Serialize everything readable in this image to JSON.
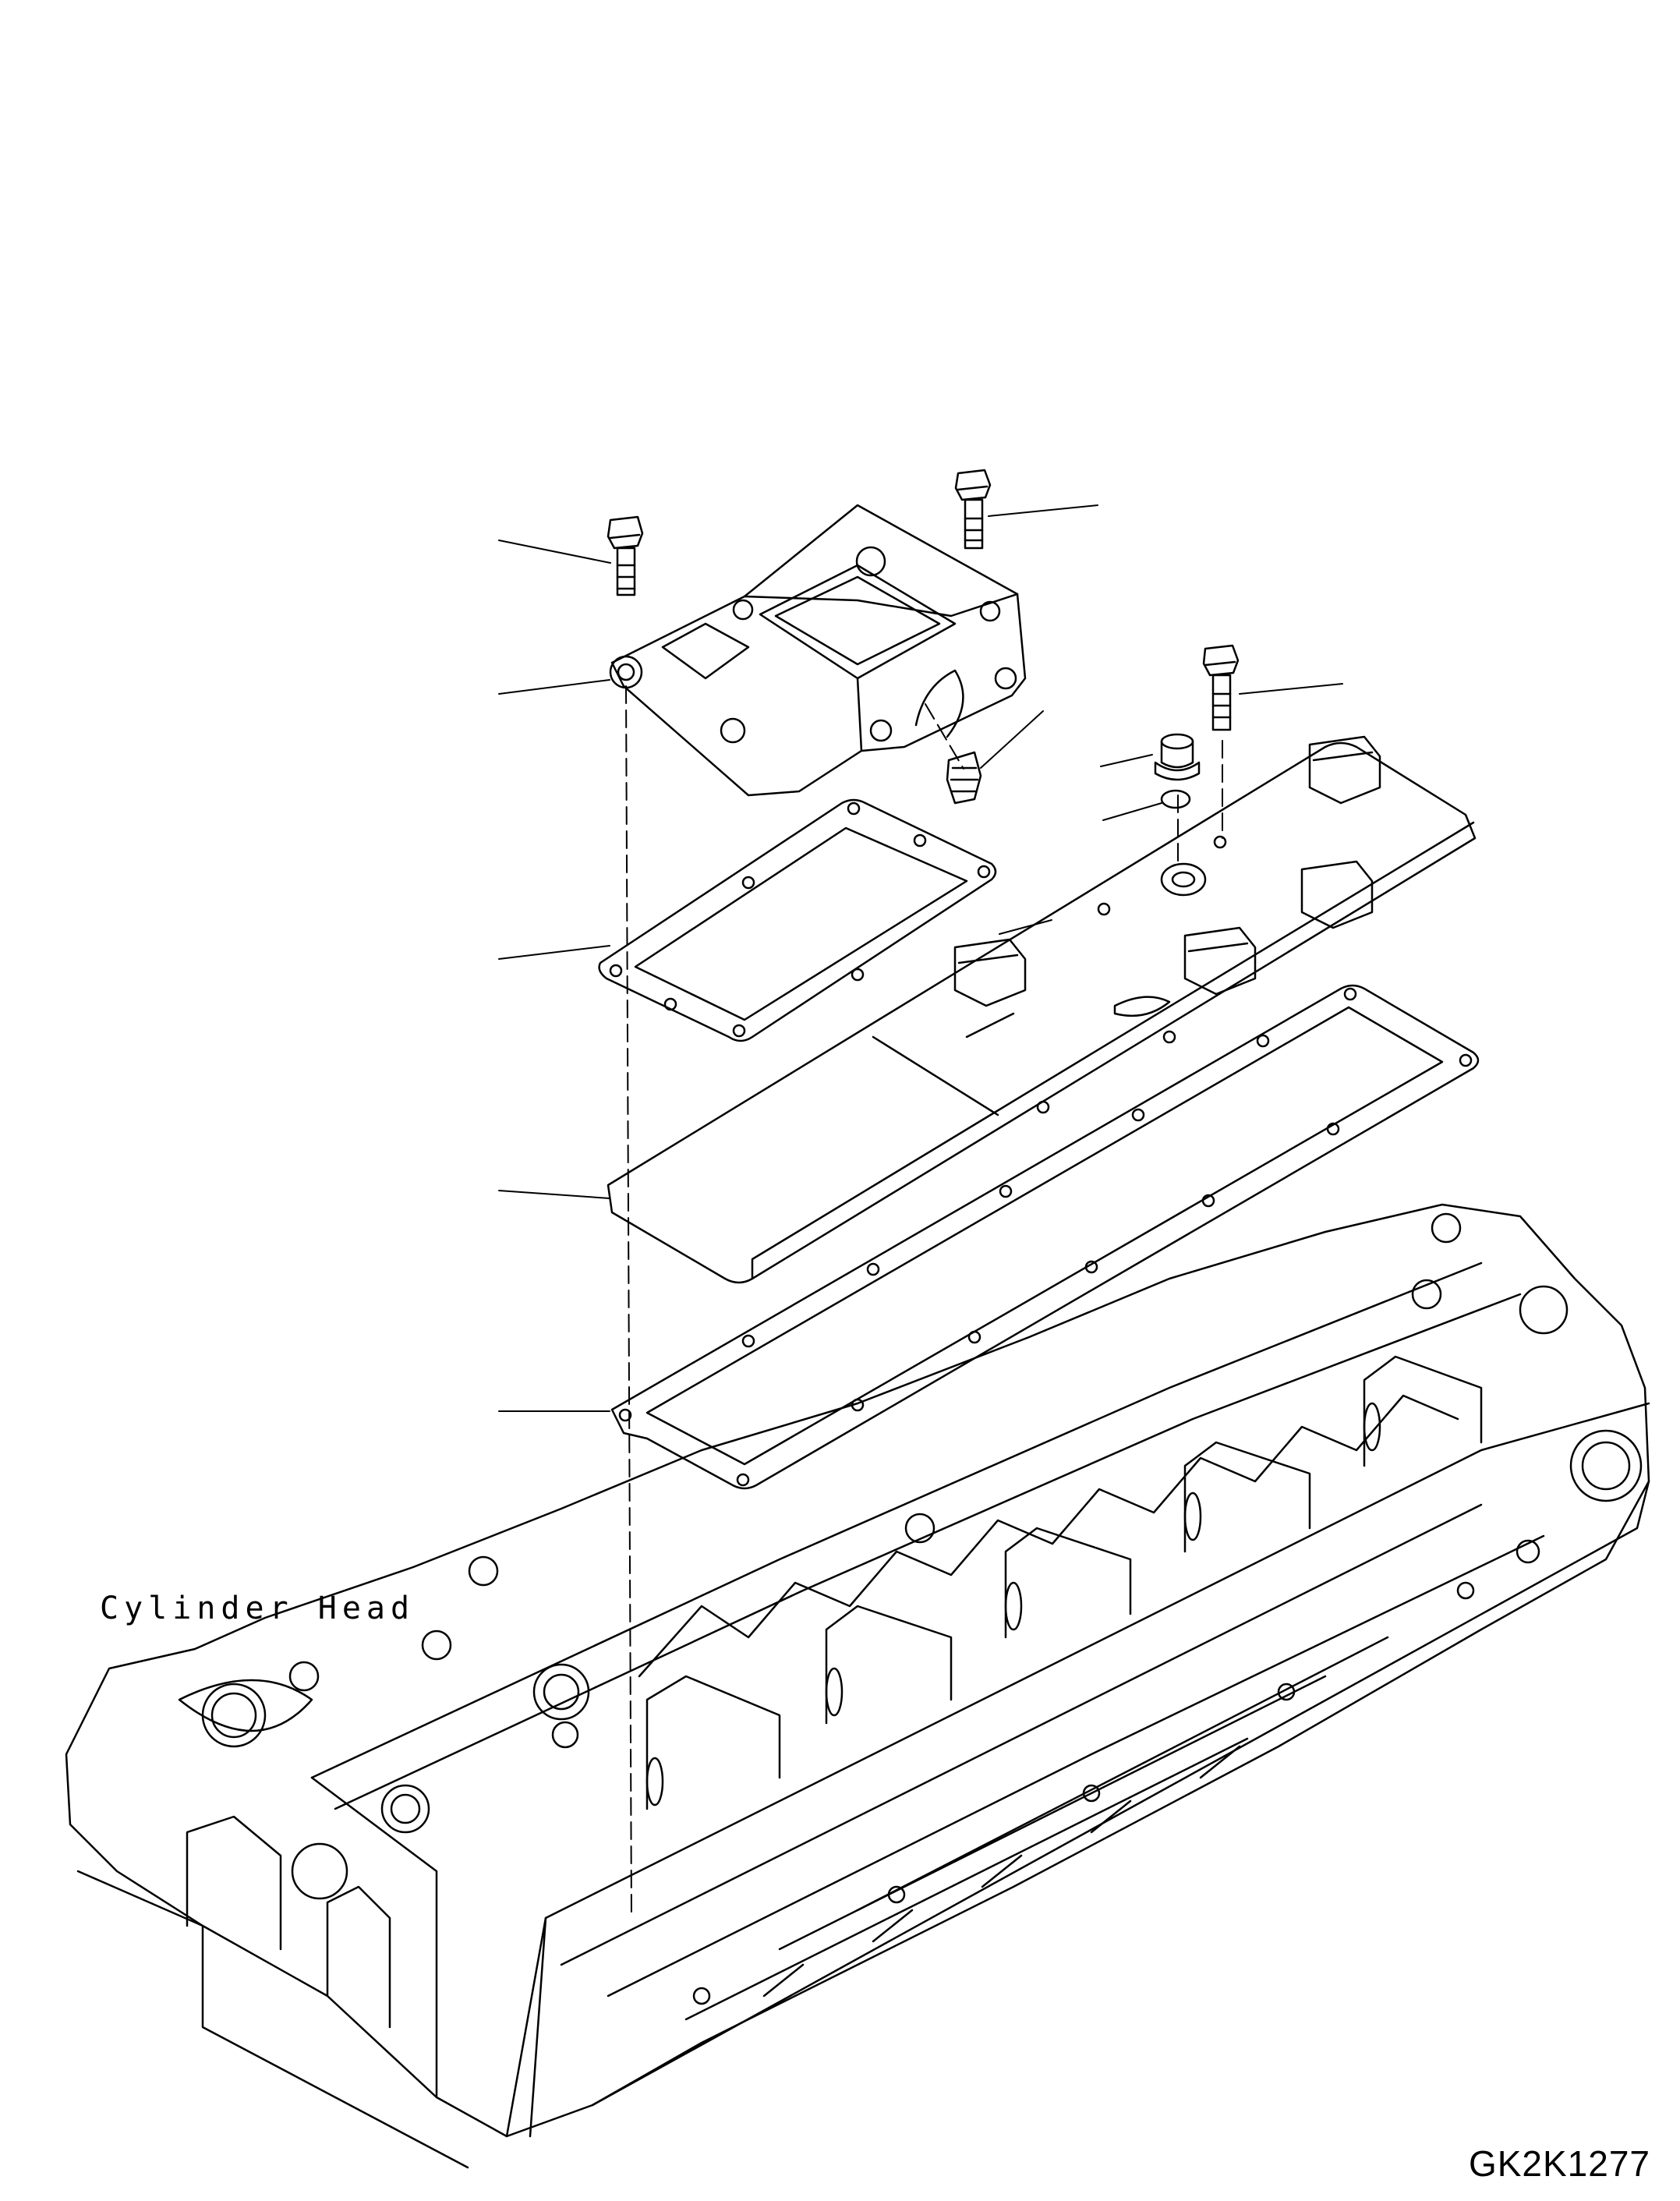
{
  "labels": {
    "cylinder_head": "Cylinder Head",
    "drawing_code": "GK2K1277"
  },
  "colors": {
    "line": "#000000",
    "background": "#ffffff"
  },
  "parts": [
    "bolt-left",
    "bolt-top",
    "bolt-right",
    "connector-housing",
    "plug",
    "grommet",
    "o-ring",
    "gasket-small",
    "cover-plate",
    "gasket-large",
    "cylinder-head"
  ]
}
